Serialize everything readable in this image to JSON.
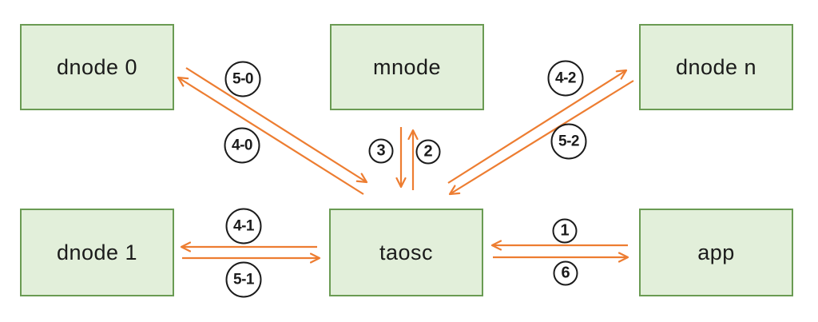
{
  "diagram": {
    "colors": {
      "background": "#ffffff",
      "node_fill": "#e2efda",
      "node_border": "#6a9b53",
      "arrow": "#ED7D31",
      "label_ring": "#1b1b1b",
      "text": "#1b1b1b"
    },
    "nodes": {
      "dnode0": {
        "label": "dnode 0"
      },
      "mnode": {
        "label": "mnode"
      },
      "dnoden": {
        "label": "dnode n"
      },
      "dnode1": {
        "label": "dnode 1"
      },
      "taosc": {
        "label": "taosc"
      },
      "app": {
        "label": "app"
      }
    },
    "edge_labels": {
      "step_5_0": "5-0",
      "step_4_0": "4-0",
      "step_3": "3",
      "step_2": "2",
      "step_4_2": "4-2",
      "step_5_2": "5-2",
      "step_4_1": "4-1",
      "step_5_1": "5-1",
      "step_1": "1",
      "step_6": "6"
    }
  }
}
